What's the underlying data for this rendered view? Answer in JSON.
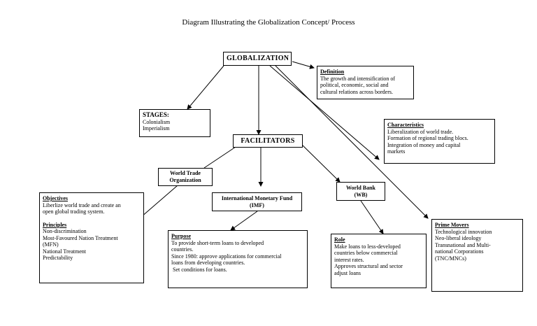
{
  "title": "Diagram Illustrating the Globalization Concept/ Process",
  "globalization": "GLOBALIZATION",
  "definition": {
    "heading": "Definition",
    "lines": [
      "The growth and intensification of",
      "political, economic, social and",
      "cultural relations across borders."
    ]
  },
  "stages": {
    "heading": "STAGES:",
    "lines": [
      "Colonialism",
      "Imperialism"
    ]
  },
  "characteristics": {
    "heading": "Characteristics",
    "lines": [
      "Liberalization of world trade.",
      "Formation of regional trading blocs.",
      "Integration of money and capital",
      "markets"
    ]
  },
  "facilitators": "FACILITATORS",
  "wto": {
    "line1": "World Trade",
    "line2": "Organization"
  },
  "imf": {
    "line1": "International Monetary Fund",
    "line2": "(IMF)"
  },
  "wb": {
    "line1": "World Bank",
    "line2": "(WB)"
  },
  "objectives": {
    "heading": "Objectives",
    "lines": [
      "Liberlize world trade and create an",
      "open global trading system."
    ],
    "principles_heading": "Principles",
    "principles": [
      "Non-discrimination",
      "Most-Favoured Nation Treatment",
      "(MFN)",
      "National Treatment",
      "Predictability"
    ]
  },
  "purpose": {
    "heading": "Purpose",
    "lines": [
      "To provide short-term loans to developed",
      "countries.",
      "Since 1980: approve applications for commercial",
      "loans from developing countries.",
      " Set conditions for loans."
    ]
  },
  "role": {
    "heading": "Role",
    "lines": [
      "Make loans to less-developed",
      "countries below commercial",
      "interest rates.",
      "Approves structural and sector",
      "adjust loans"
    ]
  },
  "prime_movers": {
    "heading": "Prime Movers",
    "lines": [
      "Technological innovation",
      "Neo-liberal ideology",
      "Transnational and Multi-",
      "national Corporations",
      "(TNC/MNCs)"
    ]
  }
}
